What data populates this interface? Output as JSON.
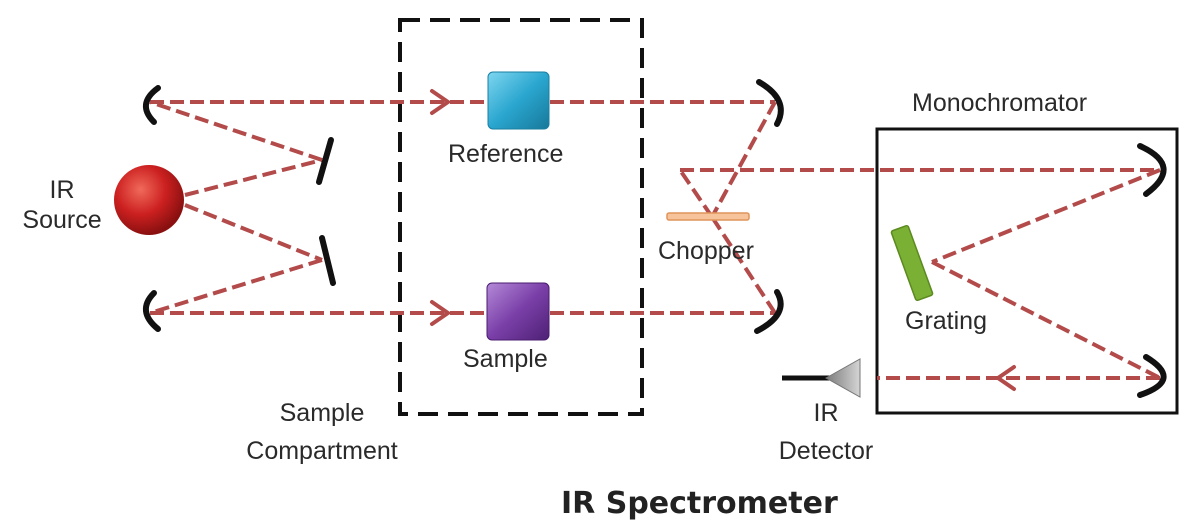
{
  "labels": {
    "ir_source_line1": "IR",
    "ir_source_line2": "Source",
    "reference": "Reference",
    "sample": "Sample",
    "sample_compartment_line1": "Sample",
    "sample_compartment_line2": "Compartment",
    "chopper": "Chopper",
    "monochromator": "Monochromator",
    "grating": "Grating",
    "ir_detector_line1": "IR",
    "ir_detector_line2": "Detector",
    "title": "IR Spectrometer"
  },
  "colors": {
    "beam": "#b34b4b",
    "source": "#cc2020",
    "reference_cell": "#2aa6cf",
    "sample_cell": "#7a3fa8",
    "chopper": "#f5b58a",
    "grating": "#7ab033",
    "detector": "#a0a0a0",
    "mirror": "#111111"
  }
}
